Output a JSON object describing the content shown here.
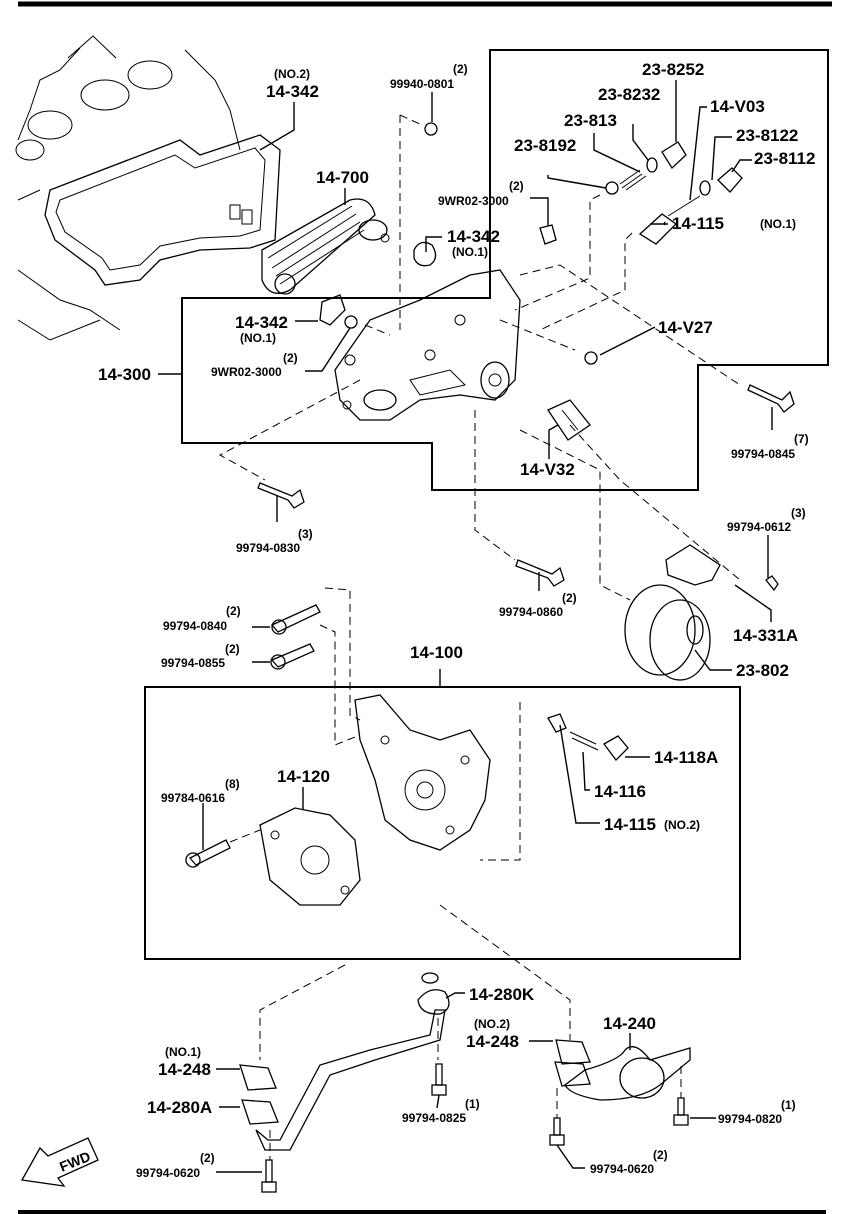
{
  "diagram": {
    "title": "Oil pump / oil cooler / oil strainer exploded parts diagram",
    "fwd_arrow_label": "FWD",
    "groups": {
      "upper_assembly": "14-300",
      "lower_assembly": "14-100"
    },
    "labels": {
      "p14_342_no2": {
        "part": "14-342",
        "note": "(NO.2)"
      },
      "p99940_0801": {
        "part": "99940-0801",
        "qty": "(2)"
      },
      "p23_8252": {
        "part": "23-8252"
      },
      "p23_8232": {
        "part": "23-8232"
      },
      "p14_v03": {
        "part": "14-V03"
      },
      "p23_813": {
        "part": "23-813"
      },
      "p23_8122": {
        "part": "23-8122"
      },
      "p23_8192": {
        "part": "23-8192"
      },
      "p23_8112": {
        "part": "23-8112"
      },
      "p14_700": {
        "part": "14-700"
      },
      "p9wr02_3000_a": {
        "part": "9WR02-3000",
        "qty": "(2)"
      },
      "p14_115_no1": {
        "part": "14-115",
        "note": "(NO.1)"
      },
      "p14_342_no1_a": {
        "part": "14-342",
        "note": "(NO.1)"
      },
      "p14_342_no1_b": {
        "part": "14-342",
        "note": "(NO.1)"
      },
      "p14_v27": {
        "part": "14-V27"
      },
      "p9wr02_3000_b": {
        "part": "9WR02-3000",
        "qty": "(2)"
      },
      "p14_300": {
        "part": "14-300"
      },
      "p99794_0845": {
        "part": "99794-0845",
        "qty": "(7)"
      },
      "p14_v32": {
        "part": "14-V32"
      },
      "p99794_0830": {
        "part": "99794-0830",
        "qty": "(3)"
      },
      "p99794_0612": {
        "part": "99794-0612",
        "qty": "(3)"
      },
      "p99794_0860": {
        "part": "99794-0860",
        "qty": "(2)"
      },
      "p99794_0840": {
        "part": "99794-0840",
        "qty": "(2)"
      },
      "p14_331a": {
        "part": "14-331A"
      },
      "p99794_0855": {
        "part": "99794-0855",
        "qty": "(2)"
      },
      "p23_802": {
        "part": "23-802"
      },
      "p14_100": {
        "part": "14-100"
      },
      "p14_118a": {
        "part": "14-118A"
      },
      "p14_120": {
        "part": "14-120"
      },
      "p99784_0616": {
        "part": "99784-0616",
        "qty": "(8)"
      },
      "p14_116": {
        "part": "14-116"
      },
      "p14_115_no2": {
        "part": "14-115",
        "note": "(NO.2)"
      },
      "p14_280k": {
        "part": "14-280K"
      },
      "p14_248_no2": {
        "part": "14-248",
        "note": "(NO.2)"
      },
      "p14_240": {
        "part": "14-240"
      },
      "p14_248_no1": {
        "part": "14-248",
        "note": "(NO.1)"
      },
      "p14_280a": {
        "part": "14-280A"
      },
      "p99794_0825": {
        "part": "99794-0825",
        "qty": "(1)"
      },
      "p99794_0820": {
        "part": "99794-0820",
        "qty": "(1)"
      },
      "p99794_0620_a": {
        "part": "99794-0620",
        "qty": "(2)"
      },
      "p99794_0620_b": {
        "part": "99794-0620",
        "qty": "(2)"
      }
    }
  }
}
